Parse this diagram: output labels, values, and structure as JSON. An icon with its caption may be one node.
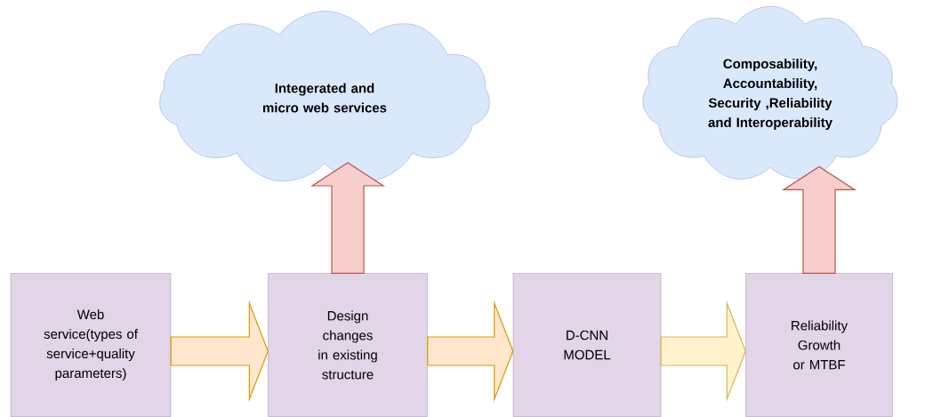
{
  "diagram": {
    "nodes": [
      {
        "text": [
          "Integerated and micro web services"
        ]
      },
      {
        "text": [
          "Composability, Accountability, Security ,Reliability and Interoperability"
        ]
      },
      {
        "text": [
          "Web service(types of service+quality parameters)"
        ]
      },
      {
        "text": [
          "Design changes in existing structure"
        ]
      },
      {
        "text": [
          "D-CNN MODEL"
        ]
      },
      {
        "text": [
          "Reliability Growth or MTBF"
        ]
      }
    ],
    "edges": [
      {
        "from": 2,
        "to": 3,
        "arrow": "to",
        "style": "thick",
        "color": "#d79b00"
      },
      {
        "from": 3,
        "to": 4,
        "arrow": "to",
        "style": "thick",
        "color": "#d79b00"
      },
      {
        "from": 4,
        "to": 5,
        "arrow": "to",
        "style": "thick",
        "color": "#d6b656"
      },
      {
        "from": 3,
        "to": 0,
        "arrow": "to",
        "style": "thick",
        "color": "#b85450"
      },
      {
        "from": 5,
        "to": 1,
        "arrow": "to",
        "style": "thick",
        "color": "#b85450"
      }
    ]
  }
}
